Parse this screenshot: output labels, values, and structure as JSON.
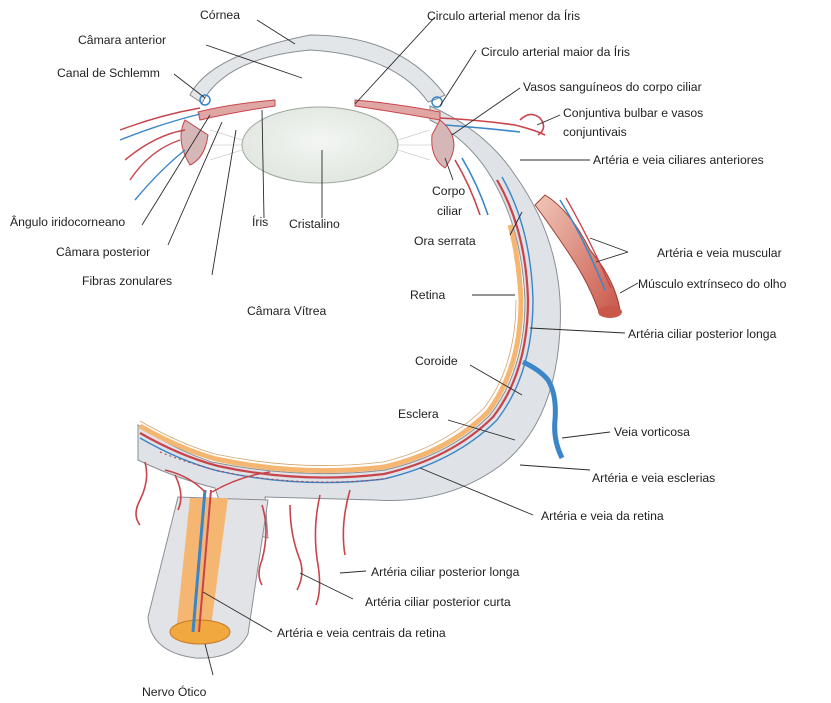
{
  "labels": {
    "cornea": "Córnea",
    "camara_anterior": "Câmara anterior",
    "canal_schlemm": "Canal de Schlemm",
    "angulo": "Ângulo iridocorneano",
    "camara_posterior": "Câmara posterior",
    "fibras": "Fibras zonulares",
    "iris": "Íris",
    "cristalino": "Cristalino",
    "camara_vitrea": "Câmara Vítrea",
    "circulo_menor": "Circulo arterial menor da Íris",
    "circulo_maior": "Circulo arterial maior da Íris",
    "vasos_corpo_ciliar": "Vasos sanguíneos do corpo ciliar",
    "conjuntiva_1": "Conjuntiva bulbar e vasos",
    "conjuntiva_2": "conjuntivais",
    "ciliares_anteriores": "Artéria e veia ciliares anteriores",
    "corpo_ciliar_1": "Corpo",
    "corpo_ciliar_2": "ciliar",
    "ora_serrata": "Ora serrata",
    "muscular": "Artéria e veia muscular",
    "musculo": "Músculo extrínseco do olho",
    "retina": "Retina",
    "ciliar_longa": "Artéria ciliar posterior longa",
    "coroide": "Coroide",
    "esclera": "Esclera",
    "vorticosa": "Veia vorticosa",
    "esclerias": "Artéria e veia esclerias",
    "veia_retina": "Artéria e veia da retina",
    "ciliar_longa_2": "Artéria ciliar posterior longa",
    "ciliar_curta": "Artéria ciliar posterior curta",
    "centrais": "Artéria e veia centrais da retina",
    "nervo": "Nervo Ótico"
  },
  "colors": {
    "sclera": "#dfe2e6",
    "retina": "#f5b671",
    "artery": "#c9444a",
    "vein": "#3a86c8",
    "lens": "#e7ece7",
    "muscle": "#d96a57"
  }
}
